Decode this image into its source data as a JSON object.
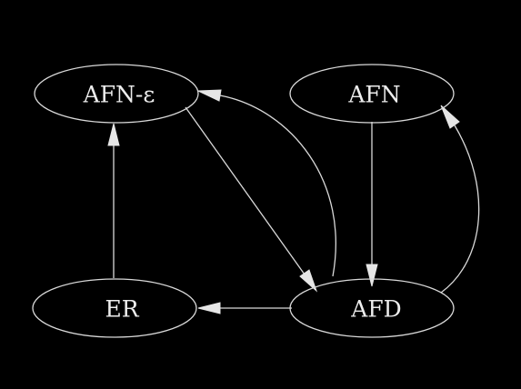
{
  "nodes": {
    "afn_epsilon": {
      "label": "AFN-ε"
    },
    "afn": {
      "label": "AFN"
    },
    "er": {
      "label": "ER"
    },
    "afd": {
      "label": "AFD"
    }
  },
  "edges": [
    {
      "from": "er",
      "to": "afn_epsilon"
    },
    {
      "from": "afn_epsilon",
      "to": "afd"
    },
    {
      "from": "afd",
      "to": "afn_epsilon"
    },
    {
      "from": "afn",
      "to": "afd"
    },
    {
      "from": "afd",
      "to": "afn"
    },
    {
      "from": "afd",
      "to": "er"
    }
  ],
  "colors": {
    "background": "#000000",
    "stroke": "#d9d9d9",
    "text": "#ededed"
  }
}
